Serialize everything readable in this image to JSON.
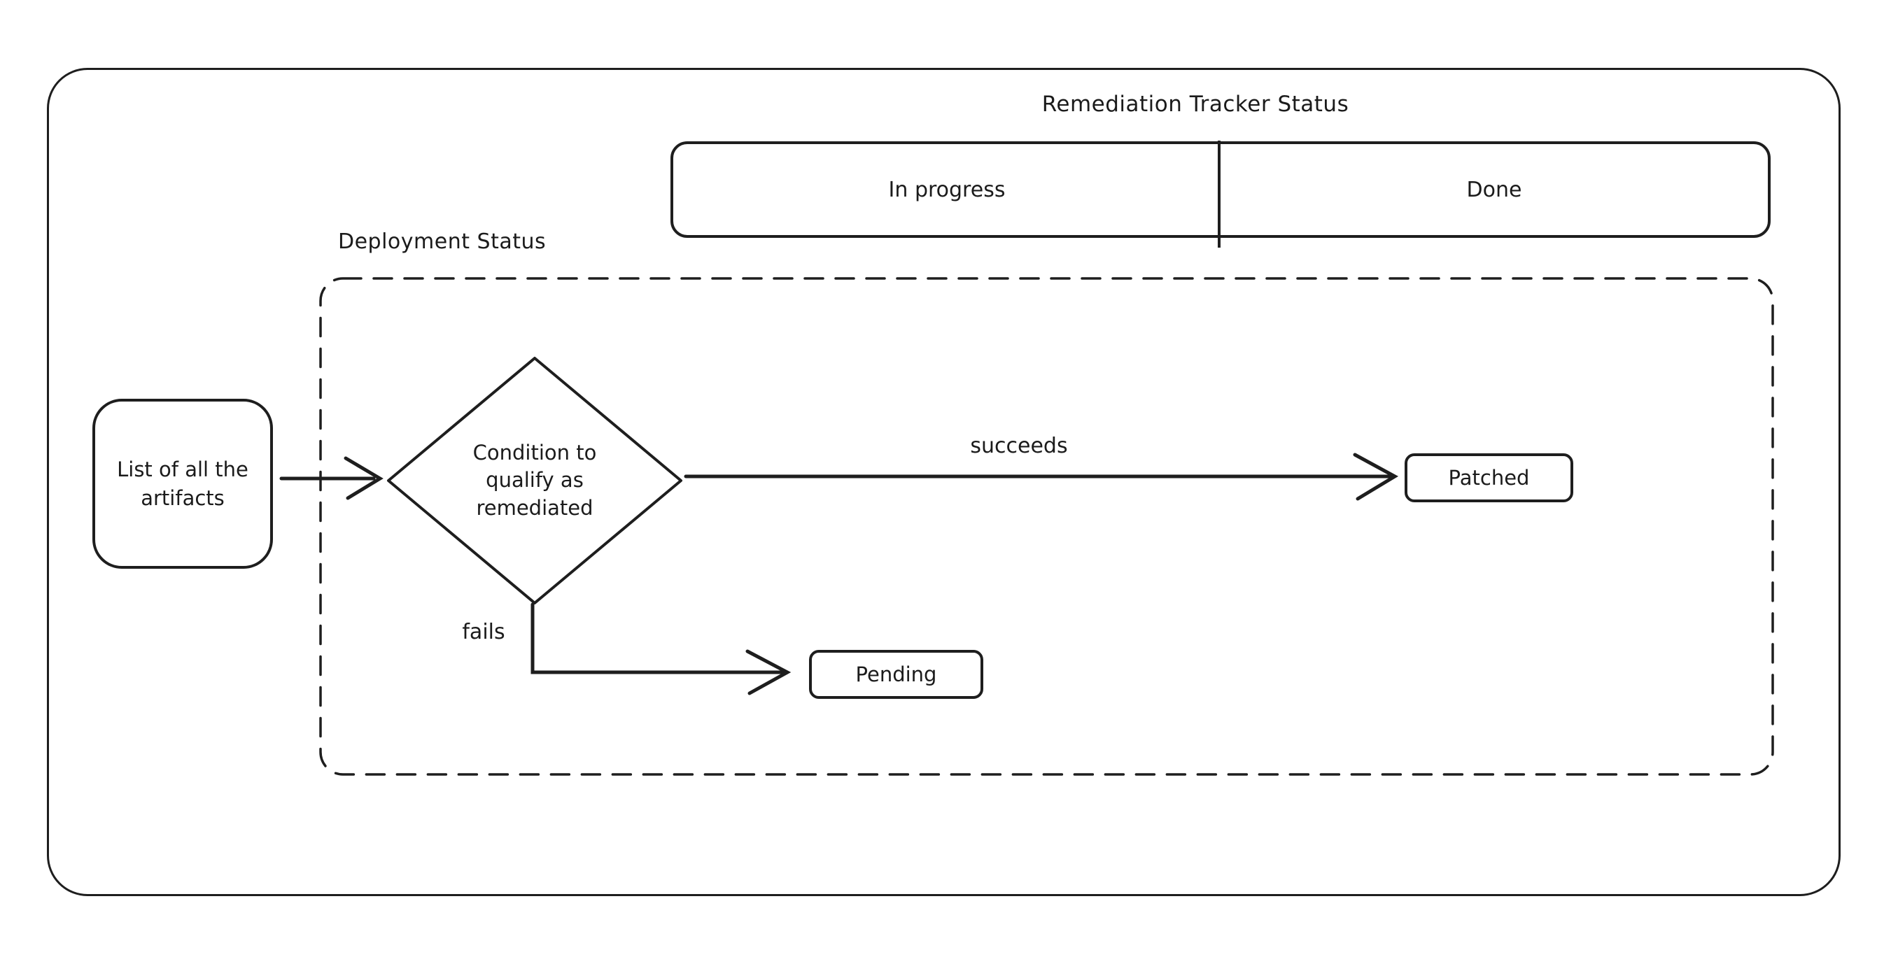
{
  "title": "Remediation Tracker Status",
  "tracker": {
    "columns": [
      {
        "label": "In progress"
      },
      {
        "label": "Done"
      }
    ]
  },
  "deployment": {
    "label": "Deployment Status"
  },
  "nodes": {
    "artifacts": {
      "label": "List of all the artifacts"
    },
    "condition": {
      "label": "Condition to qualify as remediated"
    },
    "patched": {
      "label": "Patched"
    },
    "pending": {
      "label": "Pending"
    }
  },
  "edges": {
    "succeeds": {
      "label": "succeeds"
    },
    "fails": {
      "label": "fails"
    }
  },
  "colors": {
    "stroke": "#1e1e1e",
    "text": "#1b1b1b",
    "background": "#ffffff"
  }
}
